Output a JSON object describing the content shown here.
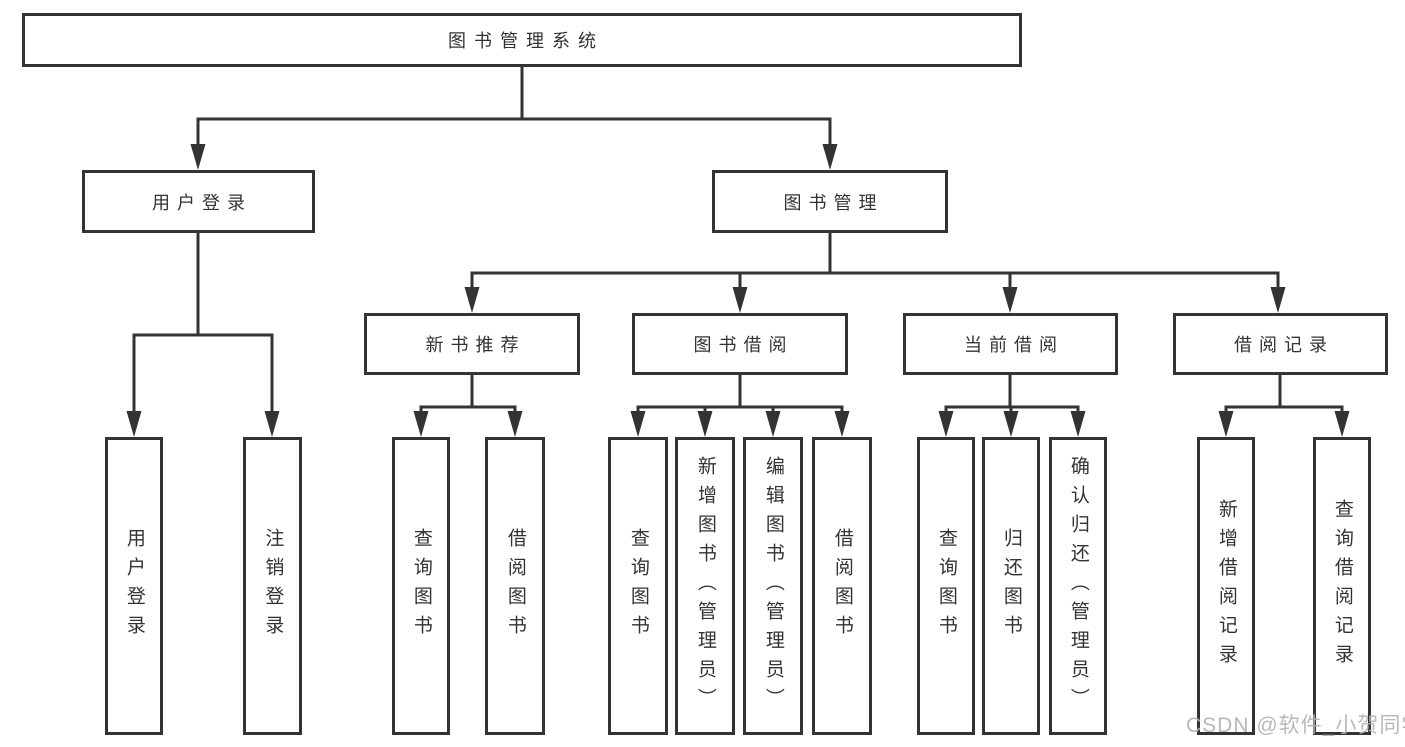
{
  "diagram": {
    "root": "图书管理系统",
    "level2": [
      "用户登录",
      "图书管理"
    ],
    "level3": [
      "新书推荐",
      "图书借阅",
      "当前借阅",
      "借阅记录"
    ],
    "leaves": [
      "用户登录",
      "注销登录",
      "查询图书",
      "借阅图书",
      "查询图书",
      "新增图书（管理员）",
      "编辑图书（管理员）",
      "借阅图书",
      "查询图书",
      "归还图书",
      "确认归还（管理员）",
      "新增借阅记录",
      "查询借阅记录"
    ]
  },
  "watermark": {
    "text": "CSDN @软件_小贺同学"
  },
  "colors": {
    "line": "#333333",
    "text": "#333333",
    "background": "#ffffff",
    "watermark": "#b3b3b3"
  }
}
